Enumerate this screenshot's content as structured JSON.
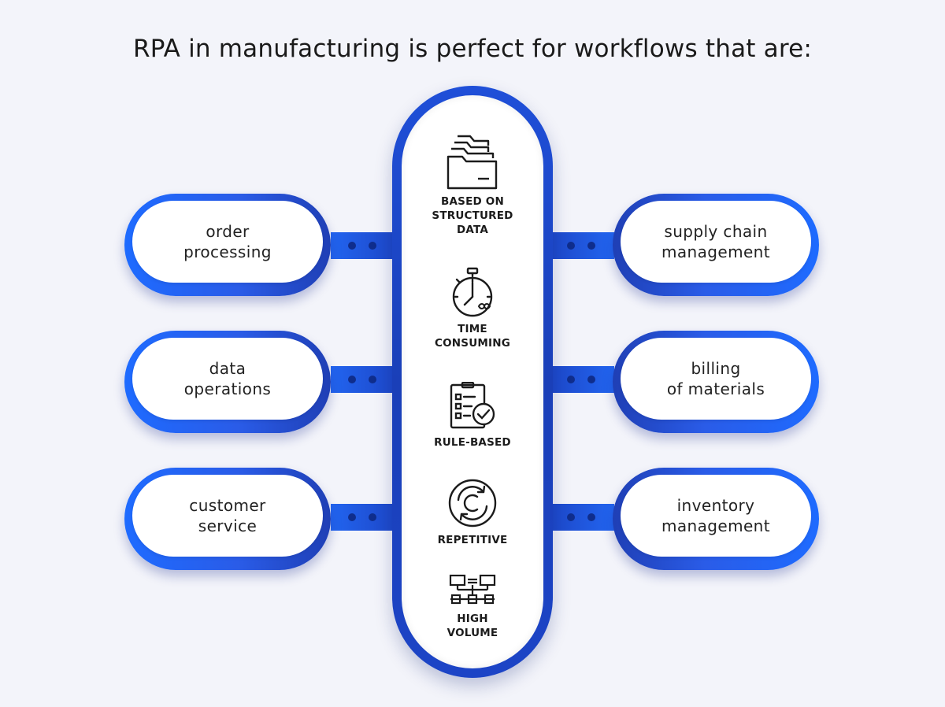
{
  "title": "RPA in manufacturing is perfect for workflows that are:",
  "center_features": [
    {
      "icon": "folders-icon",
      "lines": [
        "BASED ON",
        "STRUCTURED",
        "DATA"
      ]
    },
    {
      "icon": "stopwatch-icon",
      "lines": [
        "TIME",
        "CONSUMING"
      ]
    },
    {
      "icon": "checklist-icon",
      "lines": [
        "RULE-BASED"
      ]
    },
    {
      "icon": "repeat-icon",
      "lines": [
        "REPETITIVE"
      ]
    },
    {
      "icon": "network-icon",
      "lines": [
        "HIGH",
        "VOLUME"
      ]
    }
  ],
  "left_items": [
    {
      "lines": [
        "order",
        "processing"
      ]
    },
    {
      "lines": [
        "data",
        "operations"
      ]
    },
    {
      "lines": [
        "customer",
        "service"
      ]
    }
  ],
  "right_items": [
    {
      "lines": [
        "supply chain",
        "management"
      ]
    },
    {
      "lines": [
        "billing",
        "of materials"
      ]
    },
    {
      "lines": [
        "inventory",
        "management"
      ]
    }
  ],
  "colors": {
    "accent": "#1e6bff",
    "dark_accent": "#1a3fb8",
    "background": "#f3f4fa"
  }
}
